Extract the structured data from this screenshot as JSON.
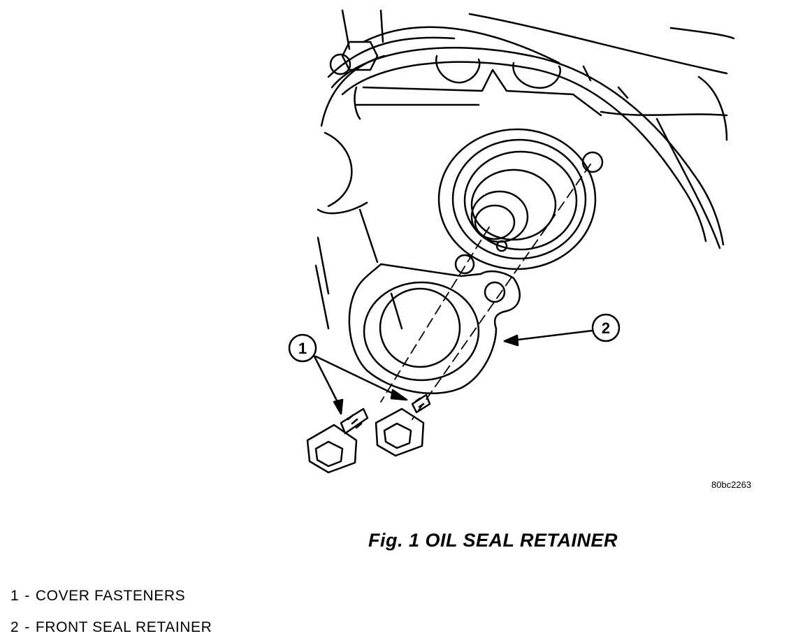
{
  "figure": {
    "id": "80bc2263",
    "caption": "Fig. 1 OIL SEAL RETAINER",
    "callouts": [
      {
        "number": "1",
        "label": "COVER FASTENERS"
      },
      {
        "number": "2",
        "label": "FRONT SEAL RETAINER"
      }
    ],
    "separator": "-"
  },
  "colors": {
    "ink": "#000000",
    "paper": "#ffffff"
  }
}
